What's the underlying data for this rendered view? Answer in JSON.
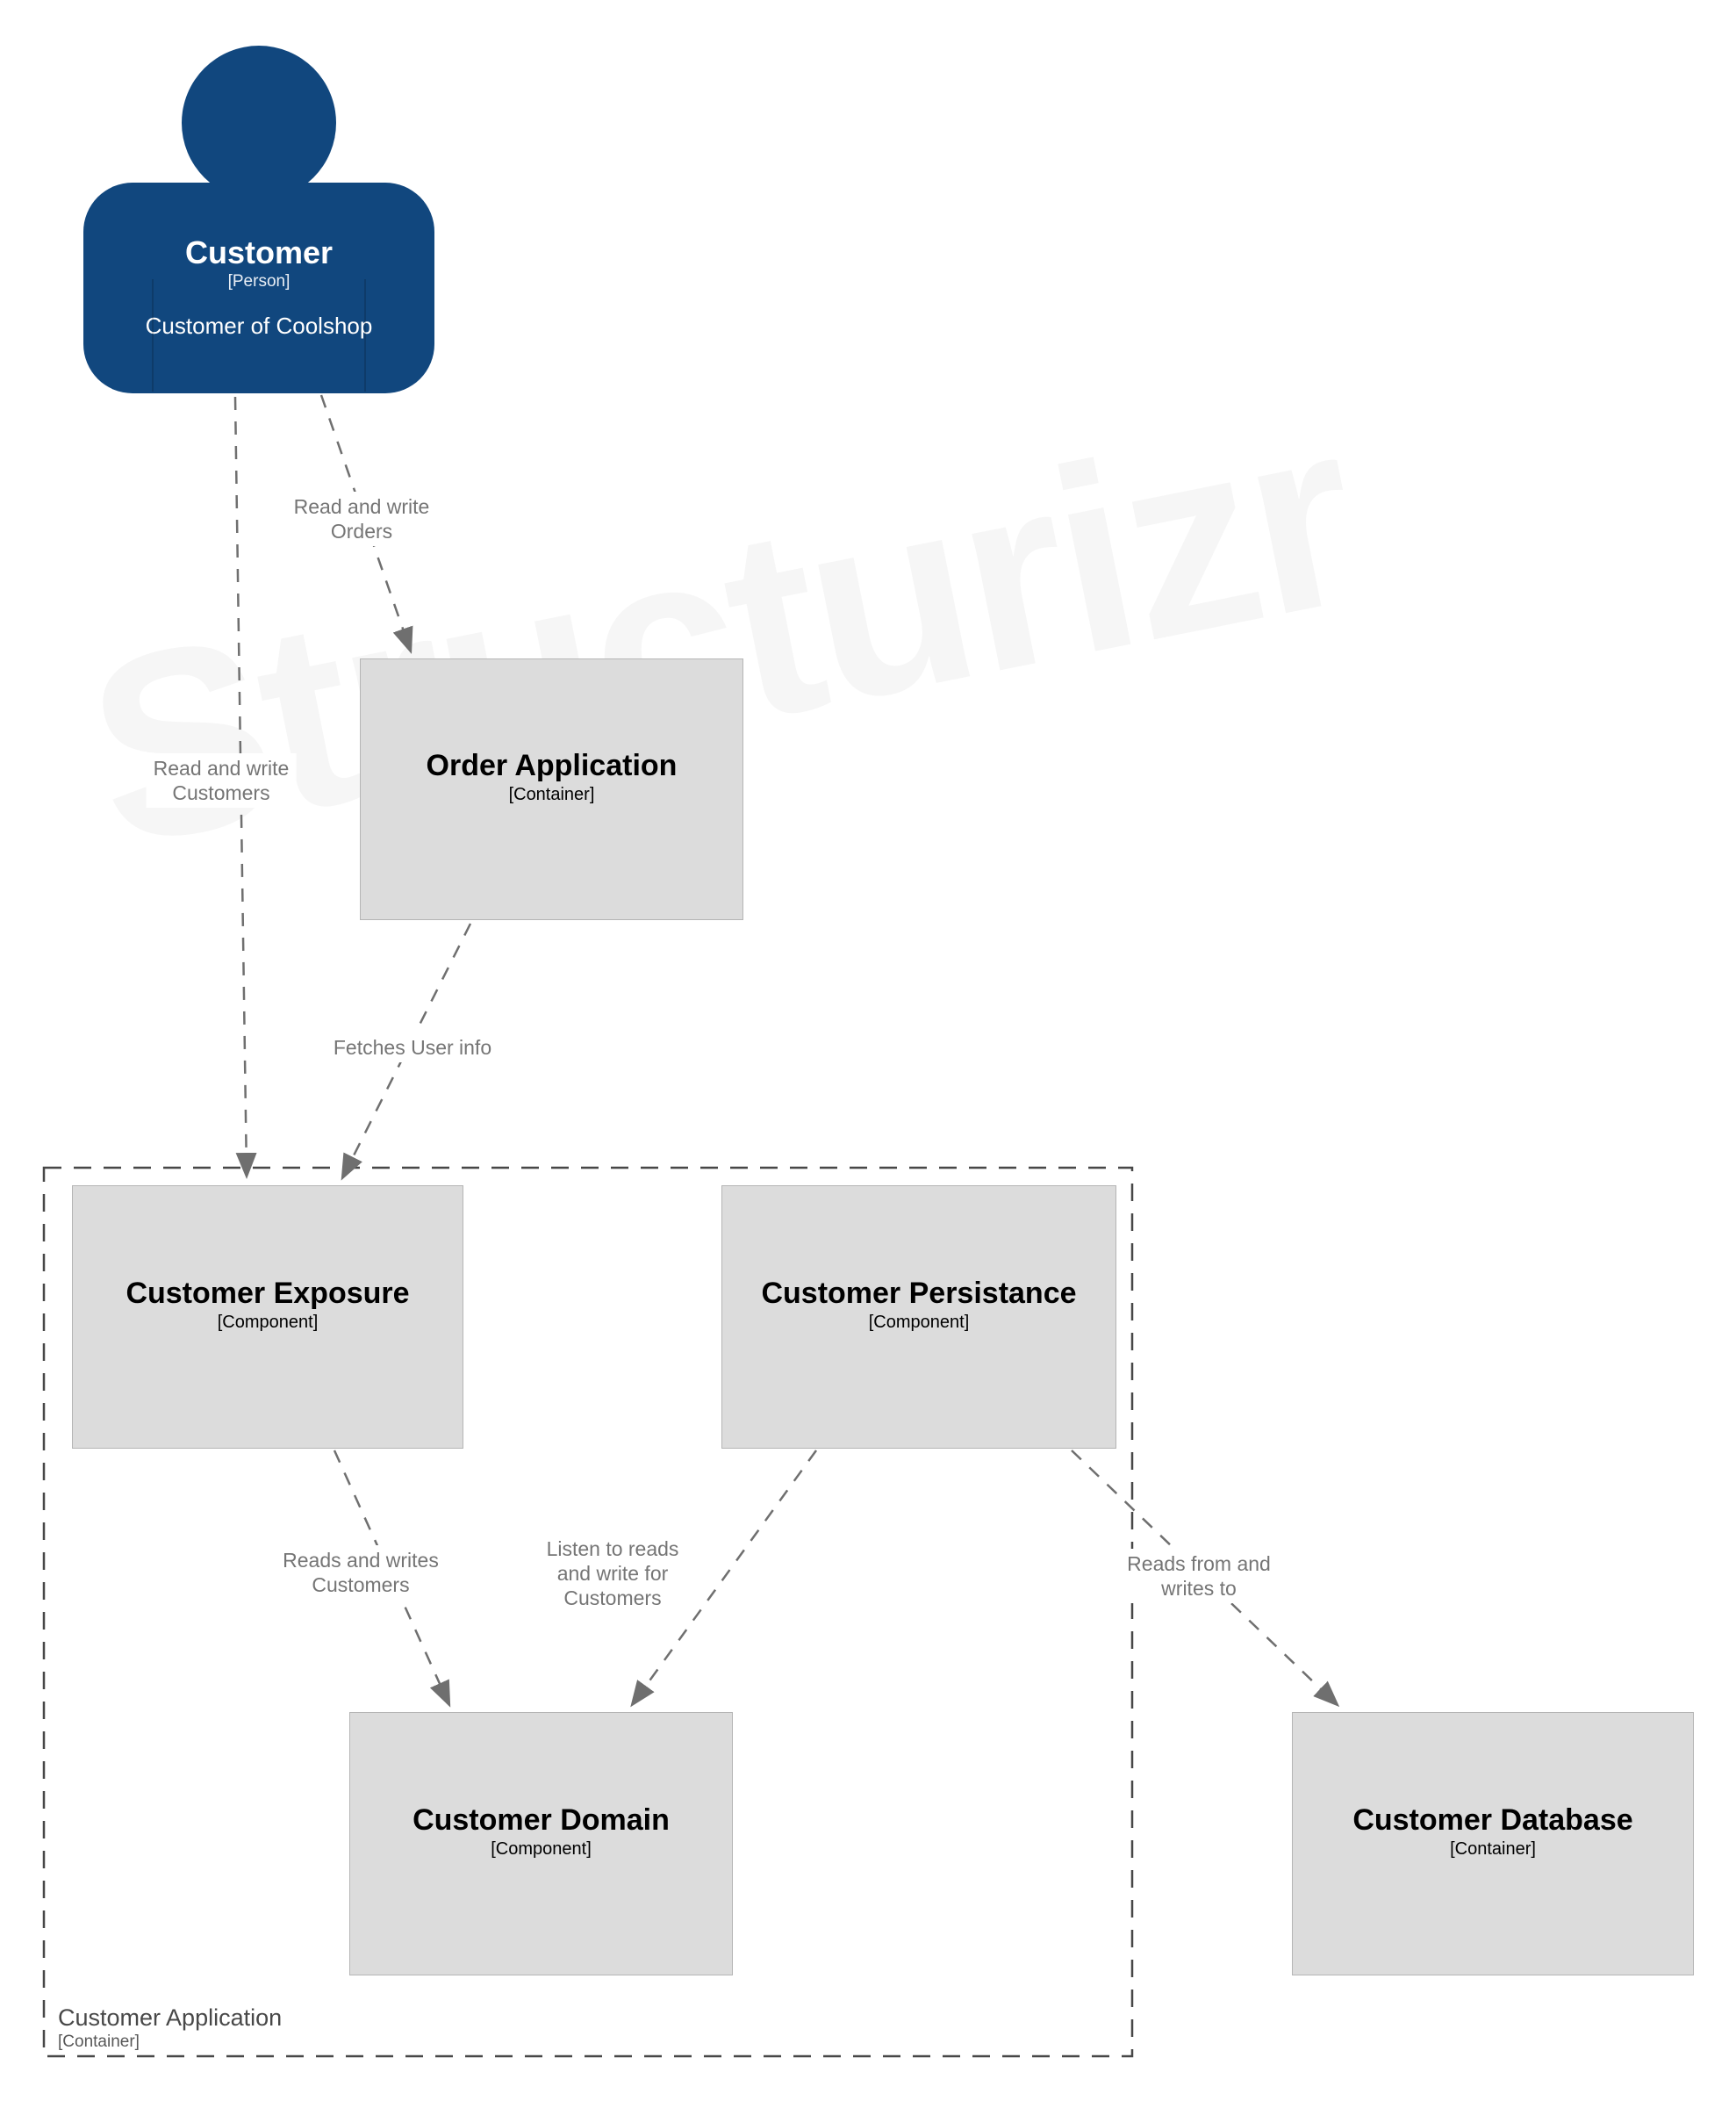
{
  "watermark": "Structurizr",
  "person": {
    "name": "Customer",
    "meta": "[Person]",
    "description": "Customer of Coolshop"
  },
  "nodes": {
    "order_application": {
      "name": "Order Application",
      "meta": "[Container]"
    },
    "customer_exposure": {
      "name": "Customer Exposure",
      "meta": "[Component]"
    },
    "customer_persistance": {
      "name": "Customer Persistance",
      "meta": "[Component]"
    },
    "customer_domain": {
      "name": "Customer Domain",
      "meta": "[Component]"
    },
    "customer_database": {
      "name": "Customer Database",
      "meta": "[Container]"
    }
  },
  "boundary": {
    "name": "Customer Application",
    "meta": "[Container]"
  },
  "relationships": {
    "read_write_orders": {
      "lines": [
        "Read and write",
        "Orders"
      ]
    },
    "read_write_customers": {
      "lines": [
        "Read and write",
        "Customers"
      ]
    },
    "fetches_user_info": {
      "lines": [
        "Fetches User info"
      ]
    },
    "reads_writes_customers": {
      "lines": [
        "Reads and writes",
        "Customers"
      ]
    },
    "listen_reads_write": {
      "lines": [
        "Listen to reads",
        "and write for",
        "Customers"
      ]
    },
    "reads_from_writes_to": {
      "lines": [
        "Reads from and",
        "writes to"
      ]
    }
  },
  "colors": {
    "person_fill": "#11477e",
    "person_text": "#ffffff",
    "element_fill": "#dcdcdc",
    "element_border": "#b5b5b5",
    "element_text": "#000000",
    "relationship_line": "#6f6f6f",
    "relationship_label": "#757575",
    "boundary_line": "#474747",
    "watermark": "#f6f6f6",
    "background": "#ffffff"
  }
}
